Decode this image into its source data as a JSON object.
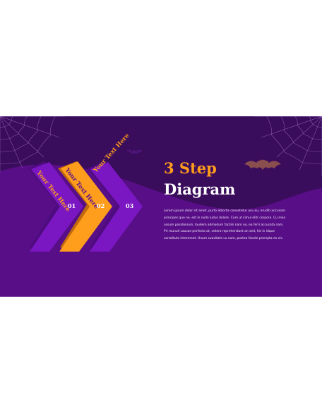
{
  "slide": {
    "title_line1": "3 Step",
    "title_line2": "Diagram",
    "body": "Lorem ipsum dolor sit amet, purto lobortis consetetur usu eu, eruditi accusam principes quo ne, est in nulla ludus dolore. Cum ut simul elitr corpora. Cu mea assum posidonium, laudem admodum facilisi nam no, ea ferri accusata nam. Pri munuli causae perfecto at, vetero reprehendunt an sed, his in idque constituto interesset. Unum suavitate cu eum, postea facete prompta ex vis."
  },
  "steps": [
    {
      "label": "Your Text Here",
      "number": "01"
    },
    {
      "label": "Your Text Here",
      "number": "02"
    },
    {
      "label": "Your Text Here",
      "number": "03"
    }
  ],
  "colors": {
    "background_dark": "#3a0c5c",
    "wave": "#580e86",
    "orange": "#ff9d1c",
    "purple_step": "#7a17c2",
    "purple_shadow": "#4f0c80"
  },
  "icons": [
    "spider-web-icon",
    "bat-icon"
  ]
}
